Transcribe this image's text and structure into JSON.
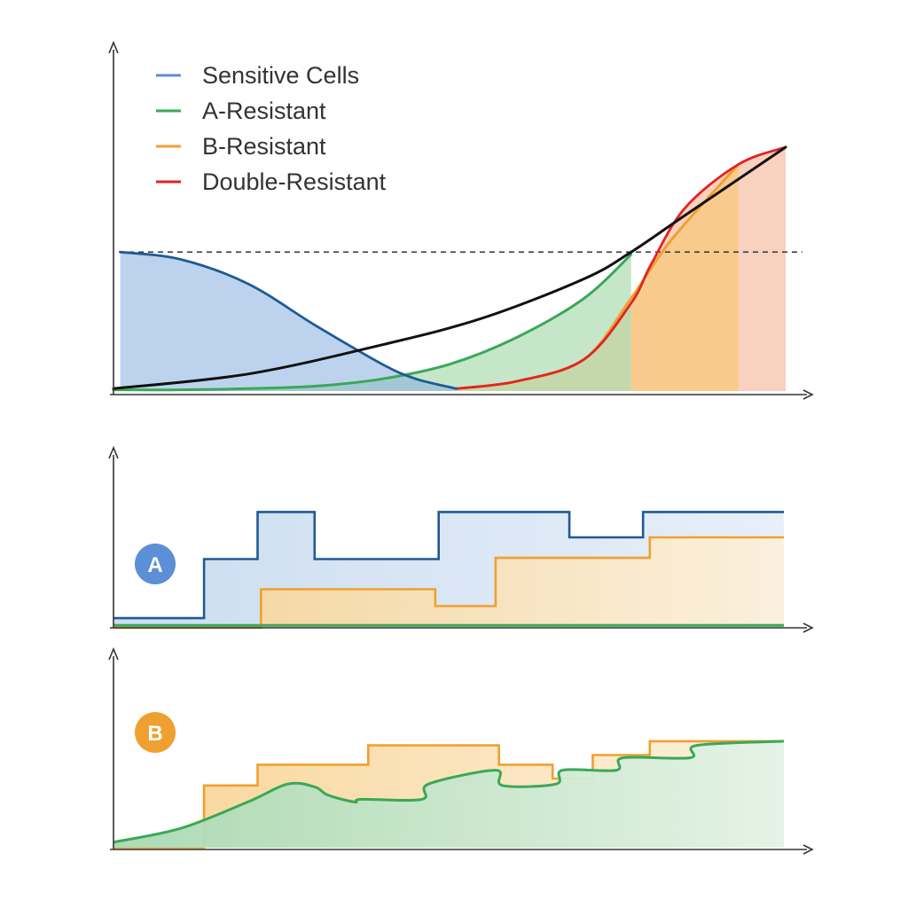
{
  "colors": {
    "sensitive": "#5b8fd6",
    "sensitive_line": "#1f5a93",
    "a_resistant": "#3aa858",
    "b_resistant": "#f0a030",
    "double_resistant": "#e02424",
    "total": "#111111"
  },
  "chart_data": [
    {
      "type": "area",
      "title": "",
      "xlabel": "",
      "ylabel": "",
      "xlim": [
        0,
        100
      ],
      "ylim": [
        0,
        100
      ],
      "grid": false,
      "legend_position": "top-left",
      "threshold": 57,
      "series": [
        {
          "name": "Sensitive Cells",
          "color_key": "sensitive",
          "x": [
            1,
            10,
            20,
            30,
            40,
            45,
            51
          ],
          "y": [
            57,
            54,
            44,
            27,
            11,
            5,
            1
          ]
        },
        {
          "name": "A-Resistant",
          "color_key": "a_resistant",
          "x": [
            0,
            10,
            20,
            30,
            40,
            50,
            60,
            70,
            77
          ],
          "y": [
            0.5,
            0.5,
            1,
            2,
            5,
            11,
            22,
            38,
            56
          ]
        },
        {
          "name": "B-Resistant",
          "color_key": "b_resistant",
          "x": [
            51,
            60,
            70,
            77,
            83,
            93
          ],
          "y": [
            1,
            4,
            13,
            38,
            62,
            93
          ]
        },
        {
          "name": "Double-Resistant",
          "color_key": "double_resistant",
          "x": [
            51,
            60,
            70,
            77,
            80,
            85,
            93,
            100
          ],
          "y": [
            1,
            4,
            13,
            36,
            52,
            75,
            93,
            100
          ]
        },
        {
          "name": "",
          "color_key": "total",
          "x": [
            0,
            20,
            40,
            55,
            70,
            77,
            85,
            100
          ],
          "y": [
            1,
            7,
            19,
            30,
            46,
            57,
            72,
            100
          ]
        }
      ]
    },
    {
      "type": "area",
      "marker": "A",
      "xlim": [
        0,
        100
      ],
      "ylim": [
        0,
        100
      ],
      "grid": false,
      "series": [
        {
          "color_key": "sensitive",
          "step": true,
          "x": [
            0,
            13.5,
            21.5,
            30,
            38.5,
            48.5,
            57.5,
            68,
            79,
            100
          ],
          "y": [
            8,
            57,
            96,
            57,
            57,
            96,
            96,
            75,
            96,
            96
          ]
        },
        {
          "color_key": "b_resistant",
          "step": true,
          "x": [
            0,
            22,
            38,
            48,
            57,
            69,
            80,
            100
          ],
          "y": [
            0,
            32,
            32,
            18,
            58,
            58,
            75,
            75
          ]
        },
        {
          "color_key": "a_resistant",
          "step": true,
          "x": [
            0,
            22,
            100
          ],
          "y": [
            2,
            2,
            2
          ]
        }
      ]
    },
    {
      "type": "area",
      "marker": "B",
      "xlim": [
        0,
        100
      ],
      "ylim": [
        0,
        100
      ],
      "grid": false,
      "series": [
        {
          "color_key": "b_resistant",
          "step": true,
          "x": [
            0,
            13.5,
            21.5,
            38,
            57.5,
            65.5,
            71.5,
            80,
            100
          ],
          "y": [
            0,
            45,
            60,
            74,
            60,
            50,
            67,
            77,
            77
          ]
        },
        {
          "color_key": "a_resistant",
          "step": false,
          "x": [
            0,
            10,
            20,
            26,
            30,
            32,
            36,
            37,
            46,
            47,
            57,
            58,
            66,
            67,
            75,
            76,
            86,
            87,
            100
          ],
          "y": [
            4,
            14,
            33,
            46,
            44,
            38,
            33,
            35,
            35,
            46,
            56,
            45,
            46,
            56,
            56,
            65,
            65,
            74,
            77
          ]
        }
      ]
    }
  ]
}
